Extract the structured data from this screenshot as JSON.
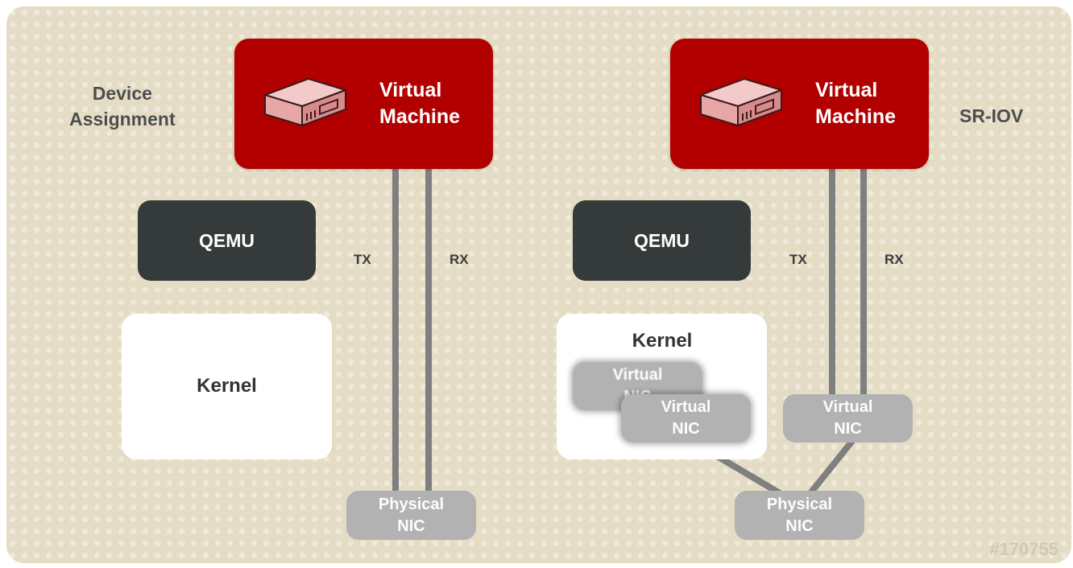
{
  "labels": {
    "device_assignment": "Device\nAssignment",
    "sr_iov": "SR-IOV"
  },
  "left": {
    "vm_label": "Virtual\nMachine",
    "qemu": "QEMU",
    "kernel": "Kernel",
    "tx": "TX",
    "rx": "RX",
    "physical_nic": "Physical\nNIC"
  },
  "right": {
    "vm_label": "Virtual\nMachine",
    "qemu": "QEMU",
    "kernel": "Kernel",
    "tx": "TX",
    "rx": "RX",
    "kernel_vnic_back": "Virtual\nNIC",
    "kernel_vnic_front": "Virtual\nNIC",
    "passthrough_vnic": "Virtual\nNIC",
    "physical_nic": "Physical\nNIC"
  },
  "watermark": "#170755",
  "colors": {
    "background": "#e4dcc4",
    "vm": "#b20000",
    "qemu": "#353a3a",
    "kernel": "#ffffff",
    "nic": "#b2b2b2",
    "link": "#7f7f7f",
    "server_body": "#e8a7a7"
  },
  "icons": [
    "server-icon",
    "server-icon"
  ]
}
